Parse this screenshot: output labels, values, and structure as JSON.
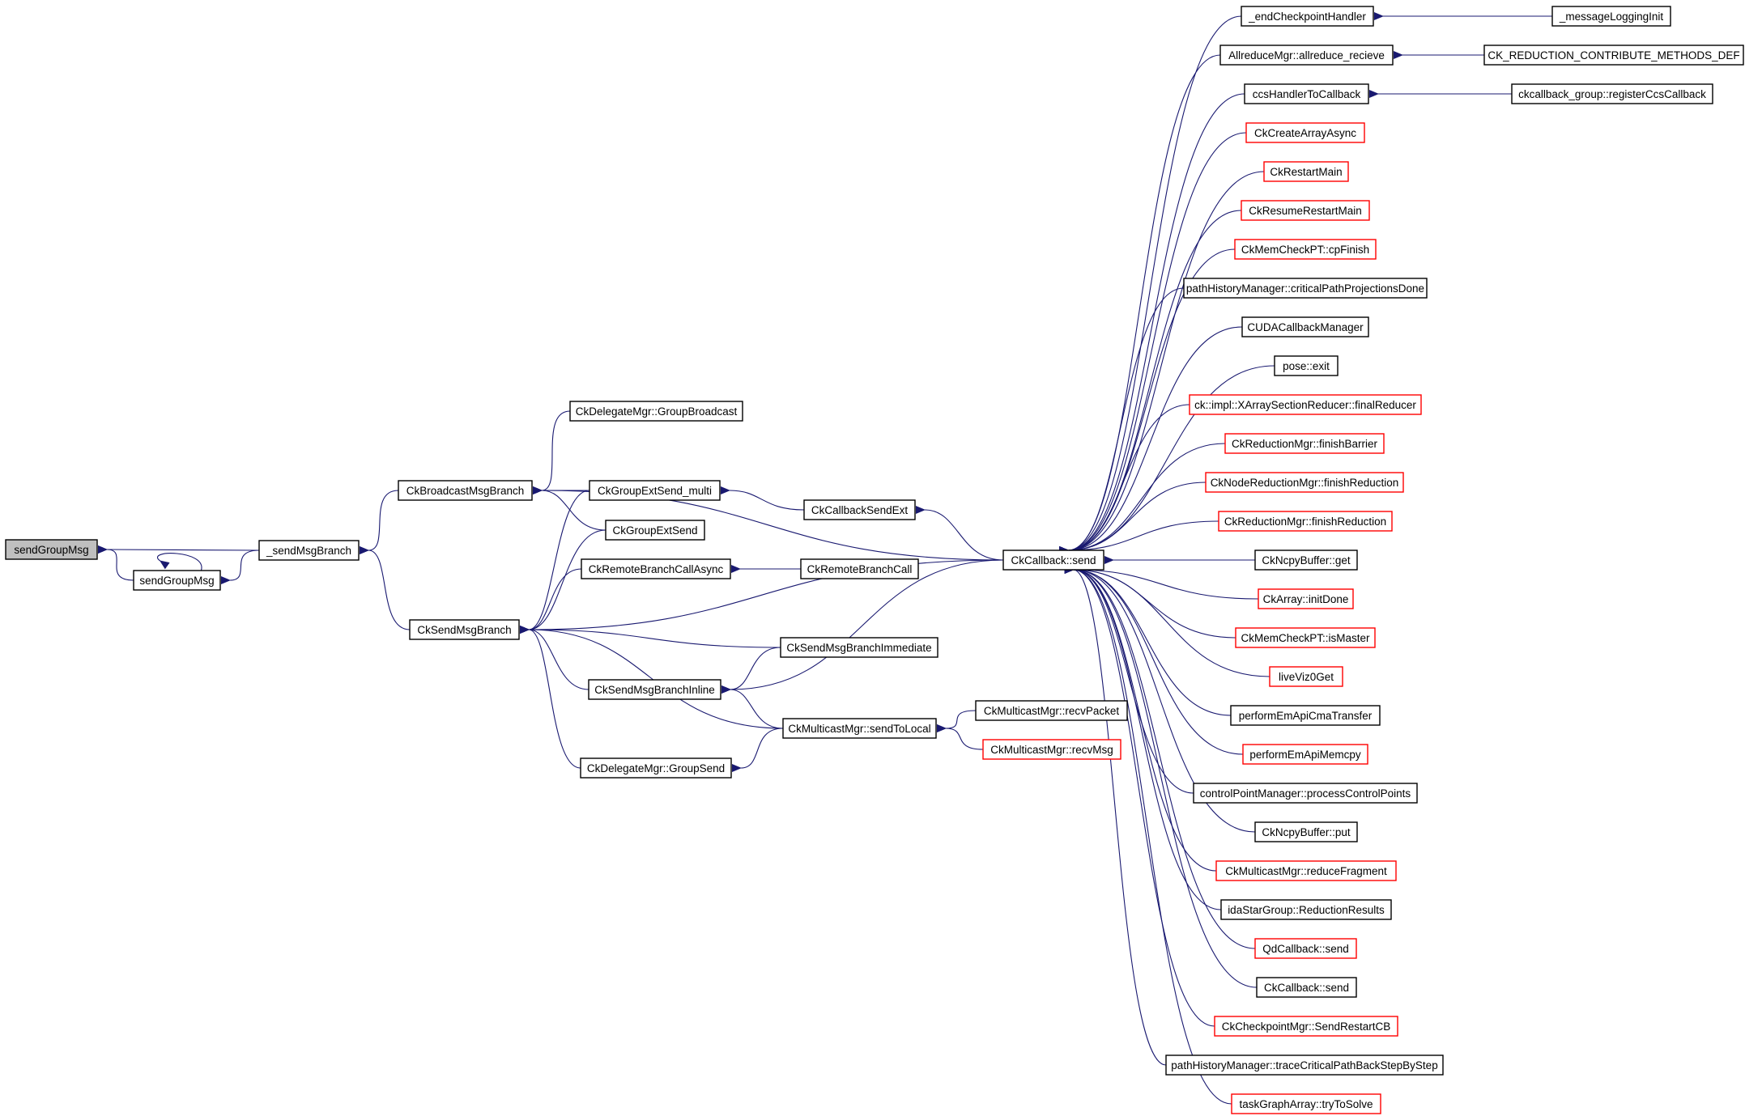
{
  "colors": {
    "edge": "#191970",
    "arrowhead": "#191970",
    "border_normal": "#000000",
    "border_truncated": "#ff0000",
    "root_fill": "#bfbfbf",
    "node_fill": "#ffffff"
  },
  "nodes": [
    {
      "id": "sendGroupMsg_root",
      "label": "sendGroupMsg",
      "kind": "root"
    },
    {
      "id": "sendGroupMsg",
      "label": "sendGroupMsg",
      "kind": "normal"
    },
    {
      "id": "_sendMsgBranch",
      "label": "_sendMsgBranch",
      "kind": "normal"
    },
    {
      "id": "CkBroadcastMsgBranch",
      "label": "CkBroadcastMsgBranch",
      "kind": "normal"
    },
    {
      "id": "CkSendMsgBranch",
      "label": "CkSendMsgBranch",
      "kind": "normal"
    },
    {
      "id": "CkDelegateMgr_GroupBroadcast",
      "label": "CkDelegateMgr::GroupBroadcast",
      "kind": "normal"
    },
    {
      "id": "CkGroupExtSend_multi",
      "label": "CkGroupExtSend_multi",
      "kind": "normal"
    },
    {
      "id": "CkGroupExtSend",
      "label": "CkGroupExtSend",
      "kind": "normal"
    },
    {
      "id": "CkRemoteBranchCallAsync",
      "label": "CkRemoteBranchCallAsync",
      "kind": "normal"
    },
    {
      "id": "CkSendMsgBranchInline",
      "label": "CkSendMsgBranchInline",
      "kind": "normal"
    },
    {
      "id": "CkDelegateMgr_GroupSend",
      "label": "CkDelegateMgr::GroupSend",
      "kind": "normal"
    },
    {
      "id": "CkCallbackSendExt",
      "label": "CkCallbackSendExt",
      "kind": "normal"
    },
    {
      "id": "CkRemoteBranchCall",
      "label": "CkRemoteBranchCall",
      "kind": "normal"
    },
    {
      "id": "CkSendMsgBranchImmediate",
      "label": "CkSendMsgBranchImmediate",
      "kind": "normal"
    },
    {
      "id": "CkMulticastMgr_sendToLocal",
      "label": "CkMulticastMgr::sendToLocal",
      "kind": "normal"
    },
    {
      "id": "CkCallback_send_main",
      "label": "CkCallback::send",
      "kind": "normal"
    },
    {
      "id": "CkMulticastMgr_recvPacket",
      "label": "CkMulticastMgr::recvPacket",
      "kind": "normal"
    },
    {
      "id": "CkMulticastMgr_recvMsg",
      "label": "CkMulticastMgr::recvMsg",
      "kind": "truncated"
    },
    {
      "id": "_endCheckpointHandler",
      "label": "_endCheckpointHandler",
      "kind": "normal"
    },
    {
      "id": "AllreduceMgr_allreduce_recieve",
      "label": "AllreduceMgr::allreduce_recieve",
      "kind": "normal"
    },
    {
      "id": "ccsHandlerToCallback",
      "label": "ccsHandlerToCallback",
      "kind": "normal"
    },
    {
      "id": "CkCreateArrayAsync",
      "label": "CkCreateArrayAsync",
      "kind": "truncated"
    },
    {
      "id": "CkRestartMain",
      "label": "CkRestartMain",
      "kind": "truncated"
    },
    {
      "id": "CkResumeRestartMain",
      "label": "CkResumeRestartMain",
      "kind": "truncated"
    },
    {
      "id": "CkMemCheckPT_cpFinish",
      "label": "CkMemCheckPT::cpFinish",
      "kind": "truncated"
    },
    {
      "id": "pathHistoryManager_criticalPathProjectionsDone",
      "label": "pathHistoryManager::criticalPathProjectionsDone",
      "kind": "normal"
    },
    {
      "id": "CUDACallbackManager",
      "label": "CUDACallbackManager",
      "kind": "normal"
    },
    {
      "id": "pose_exit",
      "label": "pose::exit",
      "kind": "normal"
    },
    {
      "id": "ck_impl_XArraySectionReducer_finalReducer",
      "label": "ck::impl::XArraySectionReducer::finalReducer",
      "kind": "truncated"
    },
    {
      "id": "CkReductionMgr_finishBarrier",
      "label": "CkReductionMgr::finishBarrier",
      "kind": "truncated"
    },
    {
      "id": "CkNodeReductionMgr_finishReduction",
      "label": "CkNodeReductionMgr::finishReduction",
      "kind": "truncated"
    },
    {
      "id": "CkReductionMgr_finishReduction",
      "label": "CkReductionMgr::finishReduction",
      "kind": "truncated"
    },
    {
      "id": "CkNcpyBuffer_get",
      "label": "CkNcpyBuffer::get",
      "kind": "normal"
    },
    {
      "id": "CkArray_initDone",
      "label": "CkArray::initDone",
      "kind": "truncated"
    },
    {
      "id": "CkMemCheckPT_isMaster",
      "label": "CkMemCheckPT::isMaster",
      "kind": "truncated"
    },
    {
      "id": "liveViz0Get",
      "label": "liveViz0Get",
      "kind": "truncated"
    },
    {
      "id": "performEmApiCmaTransfer",
      "label": "performEmApiCmaTransfer",
      "kind": "normal"
    },
    {
      "id": "performEmApiMemcpy",
      "label": "performEmApiMemcpy",
      "kind": "truncated"
    },
    {
      "id": "controlPointManager_processControlPoints",
      "label": "controlPointManager::processControlPoints",
      "kind": "normal"
    },
    {
      "id": "CkNcpyBuffer_put",
      "label": "CkNcpyBuffer::put",
      "kind": "normal"
    },
    {
      "id": "CkMulticastMgr_reduceFragment",
      "label": "CkMulticastMgr::reduceFragment",
      "kind": "truncated"
    },
    {
      "id": "idaStarGroup_ReductionResults",
      "label": "idaStarGroup::ReductionResults",
      "kind": "normal"
    },
    {
      "id": "QdCallback_send",
      "label": "QdCallback::send",
      "kind": "truncated"
    },
    {
      "id": "CkCallback_send_2",
      "label": "CkCallback::send",
      "kind": "normal"
    },
    {
      "id": "CkCheckpointMgr_SendRestartCB",
      "label": "CkCheckpointMgr::SendRestartCB",
      "kind": "truncated"
    },
    {
      "id": "pathHistoryManager_traceCriticalPathBackStepByStep",
      "label": "pathHistoryManager::traceCriticalPathBackStepByStep",
      "kind": "normal"
    },
    {
      "id": "taskGraphArray_tryToSolve",
      "label": "taskGraphArray::tryToSolve",
      "kind": "truncated"
    },
    {
      "id": "_messageLoggingInit",
      "label": "_messageLoggingInit",
      "kind": "normal"
    },
    {
      "id": "CK_REDUCTION_CONTRIBUTE_METHODS_DEF",
      "label": "CK_REDUCTION_CONTRIBUTE_METHODS_DEF",
      "kind": "normal"
    },
    {
      "id": "ckcallback_group_registerCcsCallback",
      "label": "ckcallback_group::registerCcsCallback",
      "kind": "normal"
    }
  ],
  "edges": [
    [
      "sendGroupMsg_root",
      "sendGroupMsg"
    ],
    [
      "sendGroupMsg_root",
      "_sendMsgBranch"
    ],
    [
      "sendGroupMsg",
      "sendGroupMsg"
    ],
    [
      "sendGroupMsg",
      "_sendMsgBranch"
    ],
    [
      "_sendMsgBranch",
      "CkBroadcastMsgBranch"
    ],
    [
      "_sendMsgBranch",
      "CkSendMsgBranch"
    ],
    [
      "CkBroadcastMsgBranch",
      "CkDelegateMgr_GroupBroadcast"
    ],
    [
      "CkBroadcastMsgBranch",
      "CkGroupExtSend_multi"
    ],
    [
      "CkBroadcastMsgBranch",
      "CkGroupExtSend"
    ],
    [
      "CkBroadcastMsgBranch",
      "CkCallback_send_main"
    ],
    [
      "CkSendMsgBranch",
      "CkGroupExtSend_multi"
    ],
    [
      "CkSendMsgBranch",
      "CkGroupExtSend"
    ],
    [
      "CkSendMsgBranch",
      "CkRemoteBranchCallAsync"
    ],
    [
      "CkSendMsgBranch",
      "CkCallback_send_main"
    ],
    [
      "CkSendMsgBranch",
      "CkSendMsgBranchImmediate"
    ],
    [
      "CkSendMsgBranch",
      "CkSendMsgBranchInline"
    ],
    [
      "CkSendMsgBranch",
      "CkMulticastMgr_sendToLocal"
    ],
    [
      "CkSendMsgBranch",
      "CkDelegateMgr_GroupSend"
    ],
    [
      "CkSendMsgBranchInline",
      "CkSendMsgBranchImmediate"
    ],
    [
      "CkSendMsgBranchInline",
      "CkCallback_send_main"
    ],
    [
      "CkSendMsgBranchInline",
      "CkMulticastMgr_sendToLocal"
    ],
    [
      "CkDelegateMgr_GroupSend",
      "CkMulticastMgr_sendToLocal"
    ],
    [
      "CkGroupExtSend_multi",
      "CkCallbackSendExt"
    ],
    [
      "CkCallbackSendExt",
      "CkCallback_send_main"
    ],
    [
      "CkRemoteBranchCallAsync",
      "CkRemoteBranchCall"
    ],
    [
      "CkMulticastMgr_sendToLocal",
      "CkMulticastMgr_recvPacket"
    ],
    [
      "CkMulticastMgr_sendToLocal",
      "CkMulticastMgr_recvMsg"
    ],
    [
      "CkCallback_send_main",
      "_endCheckpointHandler"
    ],
    [
      "CkCallback_send_main",
      "AllreduceMgr_allreduce_recieve"
    ],
    [
      "CkCallback_send_main",
      "ccsHandlerToCallback"
    ],
    [
      "CkCallback_send_main",
      "CkCreateArrayAsync"
    ],
    [
      "CkCallback_send_main",
      "CkRestartMain"
    ],
    [
      "CkCallback_send_main",
      "CkResumeRestartMain"
    ],
    [
      "CkCallback_send_main",
      "CkMemCheckPT_cpFinish"
    ],
    [
      "CkCallback_send_main",
      "pathHistoryManager_criticalPathProjectionsDone"
    ],
    [
      "CkCallback_send_main",
      "CUDACallbackManager"
    ],
    [
      "CkCallback_send_main",
      "pose_exit"
    ],
    [
      "CkCallback_send_main",
      "ck_impl_XArraySectionReducer_finalReducer"
    ],
    [
      "CkCallback_send_main",
      "CkReductionMgr_finishBarrier"
    ],
    [
      "CkCallback_send_main",
      "CkNodeReductionMgr_finishReduction"
    ],
    [
      "CkCallback_send_main",
      "CkReductionMgr_finishReduction"
    ],
    [
      "CkCallback_send_main",
      "CkNcpyBuffer_get"
    ],
    [
      "CkCallback_send_main",
      "CkArray_initDone"
    ],
    [
      "CkCallback_send_main",
      "CkMemCheckPT_isMaster"
    ],
    [
      "CkCallback_send_main",
      "liveViz0Get"
    ],
    [
      "CkCallback_send_main",
      "performEmApiCmaTransfer"
    ],
    [
      "CkCallback_send_main",
      "performEmApiMemcpy"
    ],
    [
      "CkCallback_send_main",
      "controlPointManager_processControlPoints"
    ],
    [
      "CkCallback_send_main",
      "CkNcpyBuffer_put"
    ],
    [
      "CkCallback_send_main",
      "CkMulticastMgr_reduceFragment"
    ],
    [
      "CkCallback_send_main",
      "idaStarGroup_ReductionResults"
    ],
    [
      "CkCallback_send_main",
      "QdCallback_send"
    ],
    [
      "CkCallback_send_main",
      "CkCallback_send_2"
    ],
    [
      "CkCallback_send_main",
      "CkCheckpointMgr_SendRestartCB"
    ],
    [
      "CkCallback_send_main",
      "pathHistoryManager_traceCriticalPathBackStepByStep"
    ],
    [
      "CkCallback_send_main",
      "taskGraphArray_tryToSolve"
    ],
    [
      "_endCheckpointHandler",
      "_messageLoggingInit"
    ],
    [
      "AllreduceMgr_allreduce_recieve",
      "CK_REDUCTION_CONTRIBUTE_METHODS_DEF"
    ],
    [
      "ccsHandlerToCallback",
      "ckcallback_group_registerCcsCallback"
    ]
  ]
}
